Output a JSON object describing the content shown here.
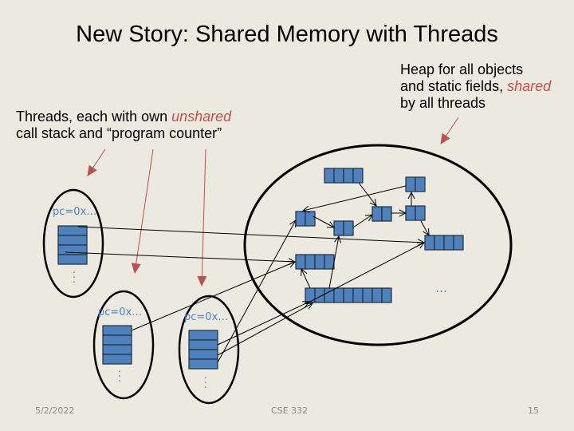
{
  "slide": {
    "title": "New Story: Shared Memory with Threads",
    "heap_note": {
      "line1": "Heap for all objects",
      "line2_prefix": "and static fields, ",
      "line2_emphasis": "shared",
      "line3": "by all threads"
    },
    "threads_note": {
      "line1_prefix": "Threads, each with own ",
      "line1_emphasis": "unshared",
      "line2": "call stack and “program counter”"
    },
    "threads": [
      {
        "pc_label": "pc=0x…",
        "stack_frames": 4
      },
      {
        "pc_label": "pc=0x…",
        "stack_frames": 4
      },
      {
        "pc_label": "pc=0x…",
        "stack_frames": 4
      }
    ],
    "heap": {
      "more_objects_label": "…",
      "objects": [
        {
          "id": "obj-top",
          "fields": 4
        },
        {
          "id": "obj-a",
          "fields": 2
        },
        {
          "id": "obj-b",
          "fields": 2
        },
        {
          "id": "obj-c",
          "fields": 2
        },
        {
          "id": "obj-d",
          "fields": 2
        },
        {
          "id": "obj-e",
          "fields": 2
        },
        {
          "id": "obj-f",
          "fields": 4
        },
        {
          "id": "obj-g",
          "fields": 4
        },
        {
          "id": "obj-array",
          "fields": 9
        }
      ]
    },
    "colors": {
      "background": "#ECEAE0",
      "object_fill": "#4F81BD",
      "accent_red": "#C0504D",
      "footer_text": "#8A8A8A"
    },
    "footer": {
      "date": "5/2/2022",
      "course": "CSE 332",
      "page": "15"
    }
  }
}
